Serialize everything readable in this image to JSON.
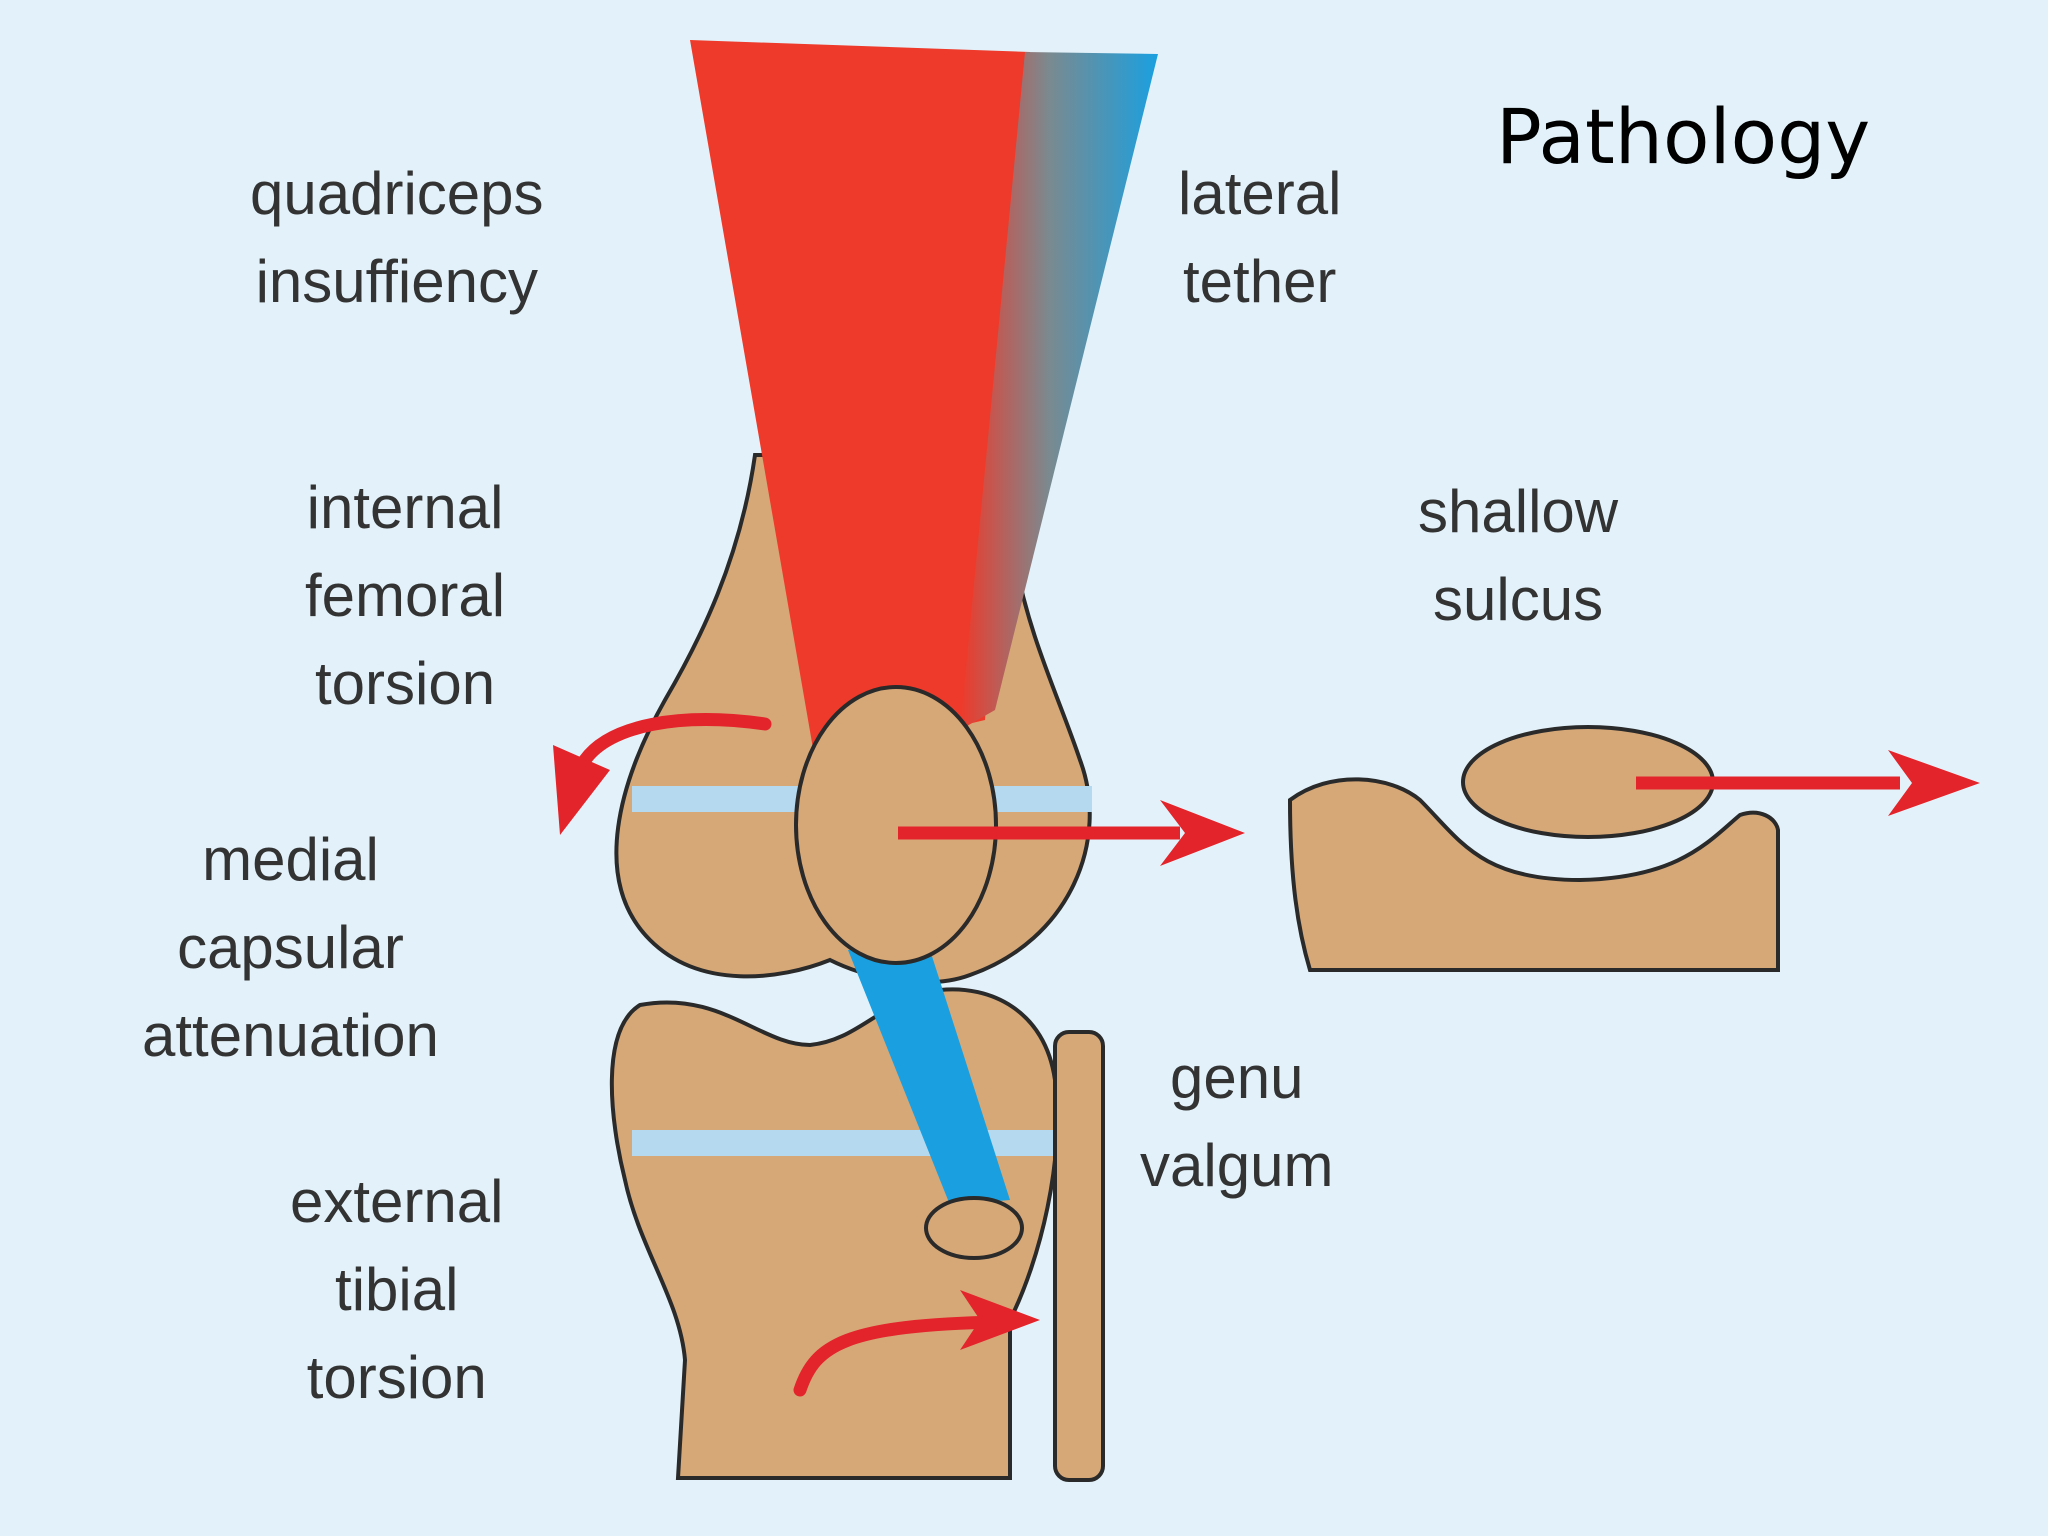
{
  "title": "Pathology",
  "labels": {
    "quadriceps": [
      "quadriceps",
      "insuffiency"
    ],
    "lateral_tether": [
      "lateral",
      "tether"
    ],
    "femoral_torsion": [
      "internal",
      "femoral",
      "torsion"
    ],
    "shallow_sulcus": [
      "shallow",
      "sulcus"
    ],
    "medial_capsular": [
      "medial",
      "capsular",
      "attenuation"
    ],
    "genu_valgum": [
      "genu",
      "valgum"
    ],
    "tibial_torsion": [
      "external",
      "tibial",
      "torsion"
    ]
  },
  "colors": {
    "background": "#e3f2fa",
    "bone": "#d6a878",
    "muscle": "#ee3a2a",
    "tether": "#1aa0e0",
    "arrow": "#e3242b",
    "growth_plate": "#b5d9ee",
    "outline": "#2a2a2a"
  }
}
